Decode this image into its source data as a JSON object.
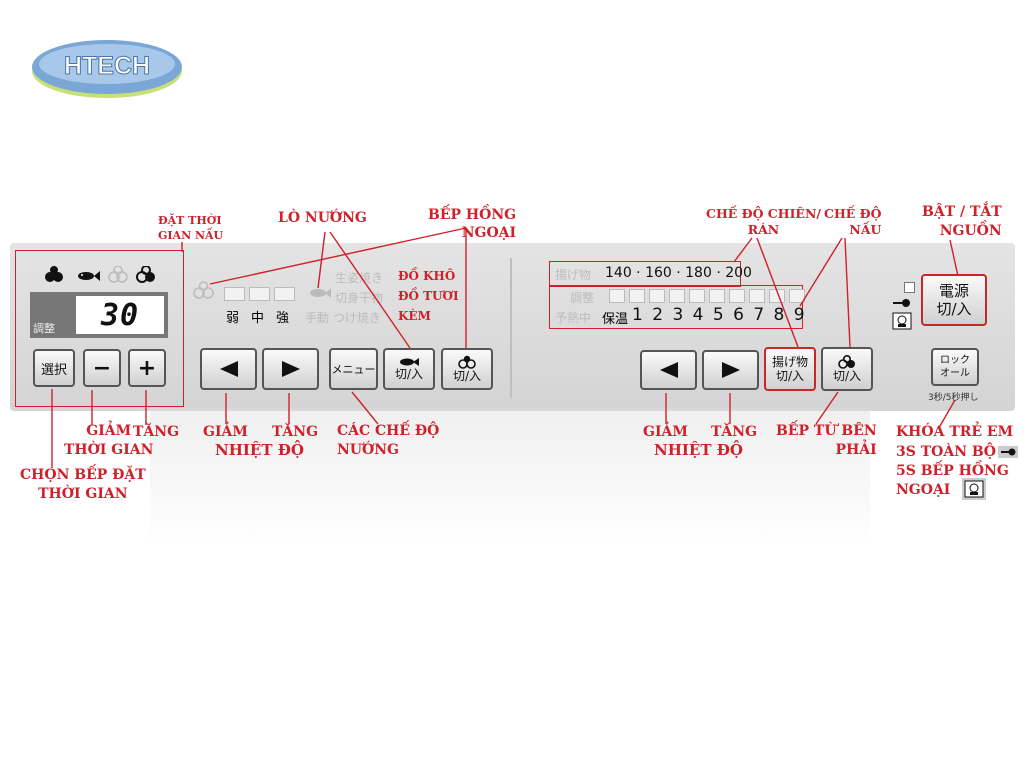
{
  "logo": {
    "text": "HTECH"
  },
  "panel": {
    "left": {
      "timer_display": "30",
      "adjust_label": "調整",
      "select_button": "選択",
      "minus_button": "−",
      "plus_button": "+"
    },
    "grill": {
      "strength_labels": [
        "弱",
        "中",
        "強"
      ],
      "mode_jp": [
        "生姿焼き",
        "切身干物",
        "手動 つけ焼き"
      ],
      "mode_vn": [
        "ĐỒ KHÔ",
        "ĐỒ TƯƠI",
        "KÈM"
      ],
      "menu_button": "メニュー",
      "grill_toggle": "切/入",
      "left_hob_toggle": "切/入"
    },
    "right": {
      "fry_label": "揚げ物",
      "fry_temps": "140 · 160 · 180 · 200",
      "adjust_label": "調整",
      "preheat_label": "予熱中",
      "keepwarm_label": "保温",
      "levels": "1 2 3 4 5 6 7 8 9",
      "fry_toggle": "揚げ物\n切/入",
      "right_hob_toggle": "切/入",
      "power_button": "電源\n切/入",
      "lock_button": "ロック\nオール",
      "lock_hint": "3秒/5秒押し"
    }
  },
  "annotations": {
    "set_cook_time": "ĐẶT THỜI\nGIAN NẤU",
    "oven": "LÒ NƯỚNG",
    "outer_hob": "BẾP HỒNG\nNGOẠI",
    "fry_mode": "CHẾ ĐỘ CHIÊN/\nRÁN",
    "cook_mode": "CHẾ ĐỘ\nNẤU",
    "power": "BẬT / TẮT\nNGUỒN",
    "dec_time": "GIẢM\nTHỜI GIAN",
    "inc_time": "TĂNG",
    "select_hob": "CHỌN BẾP ĐẶT\nTHỜI GIAN",
    "dec_temp_1": "GIẢM",
    "inc_temp_1": "TĂNG",
    "temp_1": "NHIỆT ĐỘ",
    "grill_modes": "CÁC CHẾ ĐỘ\nNƯỚNG",
    "dec_temp_2": "GIẢM",
    "inc_temp_2": "TĂNG",
    "temp_2": "NHIỆT ĐỘ",
    "right_hob": "BẾP TỪ BÊN\nPHẢI",
    "child_lock": "KHÓA TRẺ EM",
    "lock_3s": "3S TOÀN BỘ",
    "lock_5s": "5S BẾP HỒNG",
    "lock_5s_b": "NGOẠI"
  }
}
